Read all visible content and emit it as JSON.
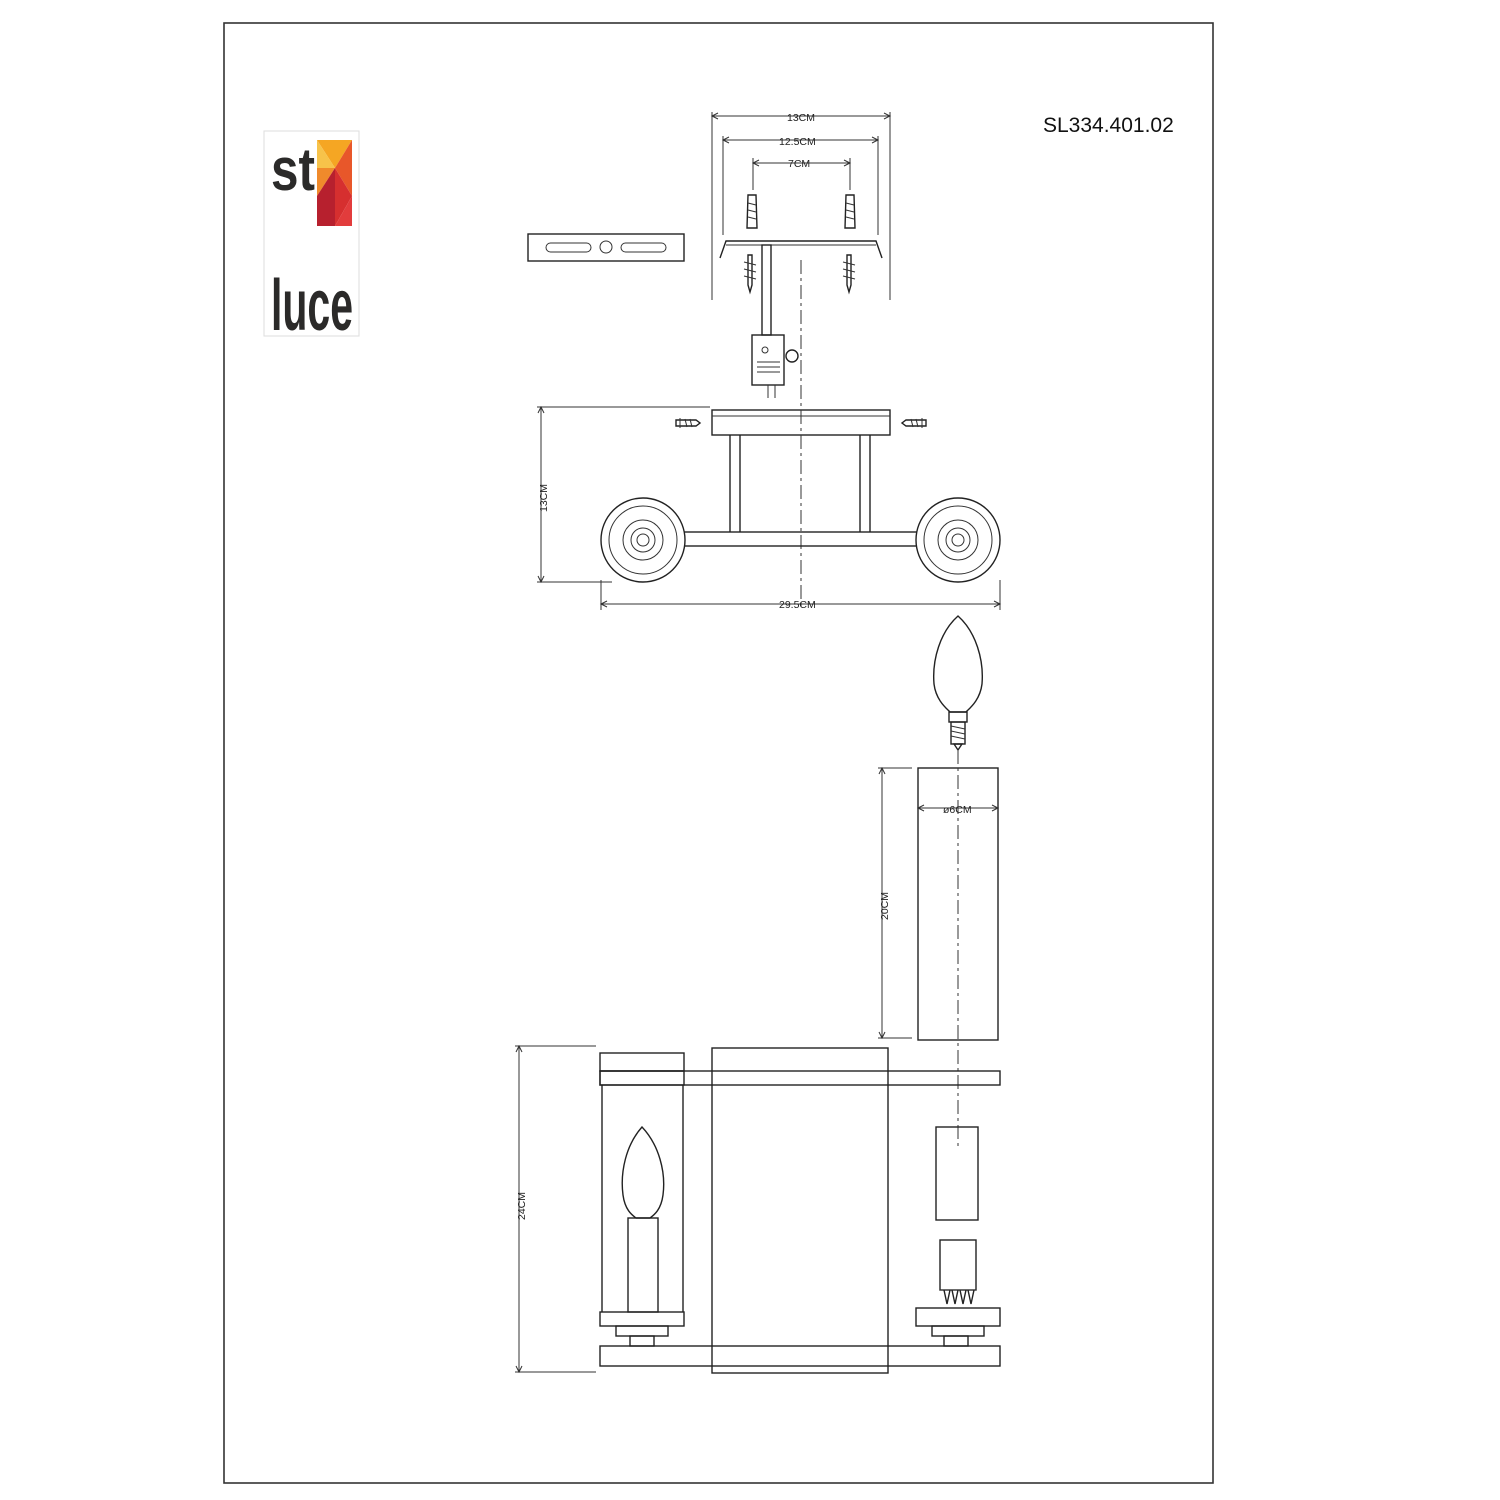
{
  "model_code": "SL334.401.02",
  "brand": {
    "logo_text_top": "st",
    "logo_text_bottom": "luce",
    "colors": [
      "#f5a623",
      "#e8572a",
      "#d62f2f",
      "#b7202e"
    ]
  },
  "dimensions": {
    "canopy_outer": "13CM",
    "canopy_mid": "12.5CM",
    "canopy_inner": "7CM",
    "depth": "13CM",
    "width": "29.5CM",
    "shade_diameter": "ø6CM",
    "shade_height": "20CM",
    "total_height": "24CM"
  },
  "colors": {
    "line": "#222222",
    "frame": "#333333"
  }
}
